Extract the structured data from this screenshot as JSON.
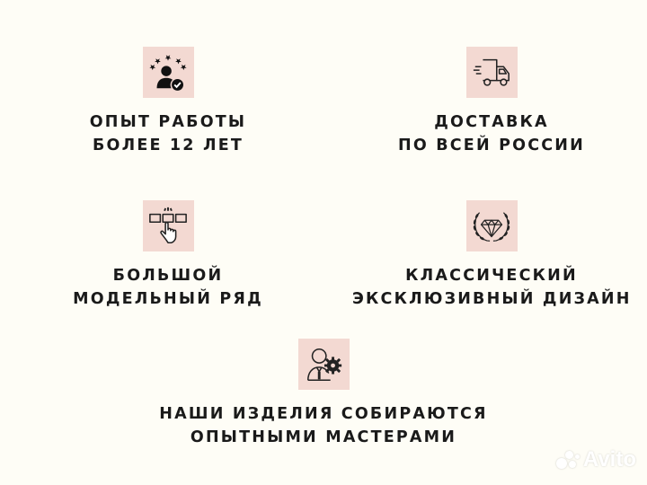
{
  "colors": {
    "background": "#fefdf6",
    "tile": "#f3d9d2",
    "text": "#1a1a1a"
  },
  "features": [
    {
      "icon": "rating-person-check-icon",
      "line1": "ОПЫТ РАБОТЫ",
      "line2": "БОЛЕЕ 12 ЛЕТ"
    },
    {
      "icon": "delivery-truck-icon",
      "line1": "ДОСТАВКА",
      "line2": "ПО ВСЕЙ РОССИИ"
    },
    {
      "icon": "hand-select-icon",
      "line1": "БОЛЬШОЙ",
      "line2": "МОДЕЛЬНЫЙ РЯД"
    },
    {
      "icon": "diamond-laurel-icon",
      "line1": "КЛАССИЧЕСКИЙ",
      "line2": "ЭКСКЛЮЗИВНЫЙ ДИЗАЙН"
    },
    {
      "icon": "master-gear-icon",
      "line1": "НАШИ ИЗДЕЛИЯ СОБИРАЮТСЯ",
      "line2": "ОПЫТНЫМИ МАСТЕРАМИ"
    }
  ],
  "watermark": {
    "text": "Avito"
  }
}
